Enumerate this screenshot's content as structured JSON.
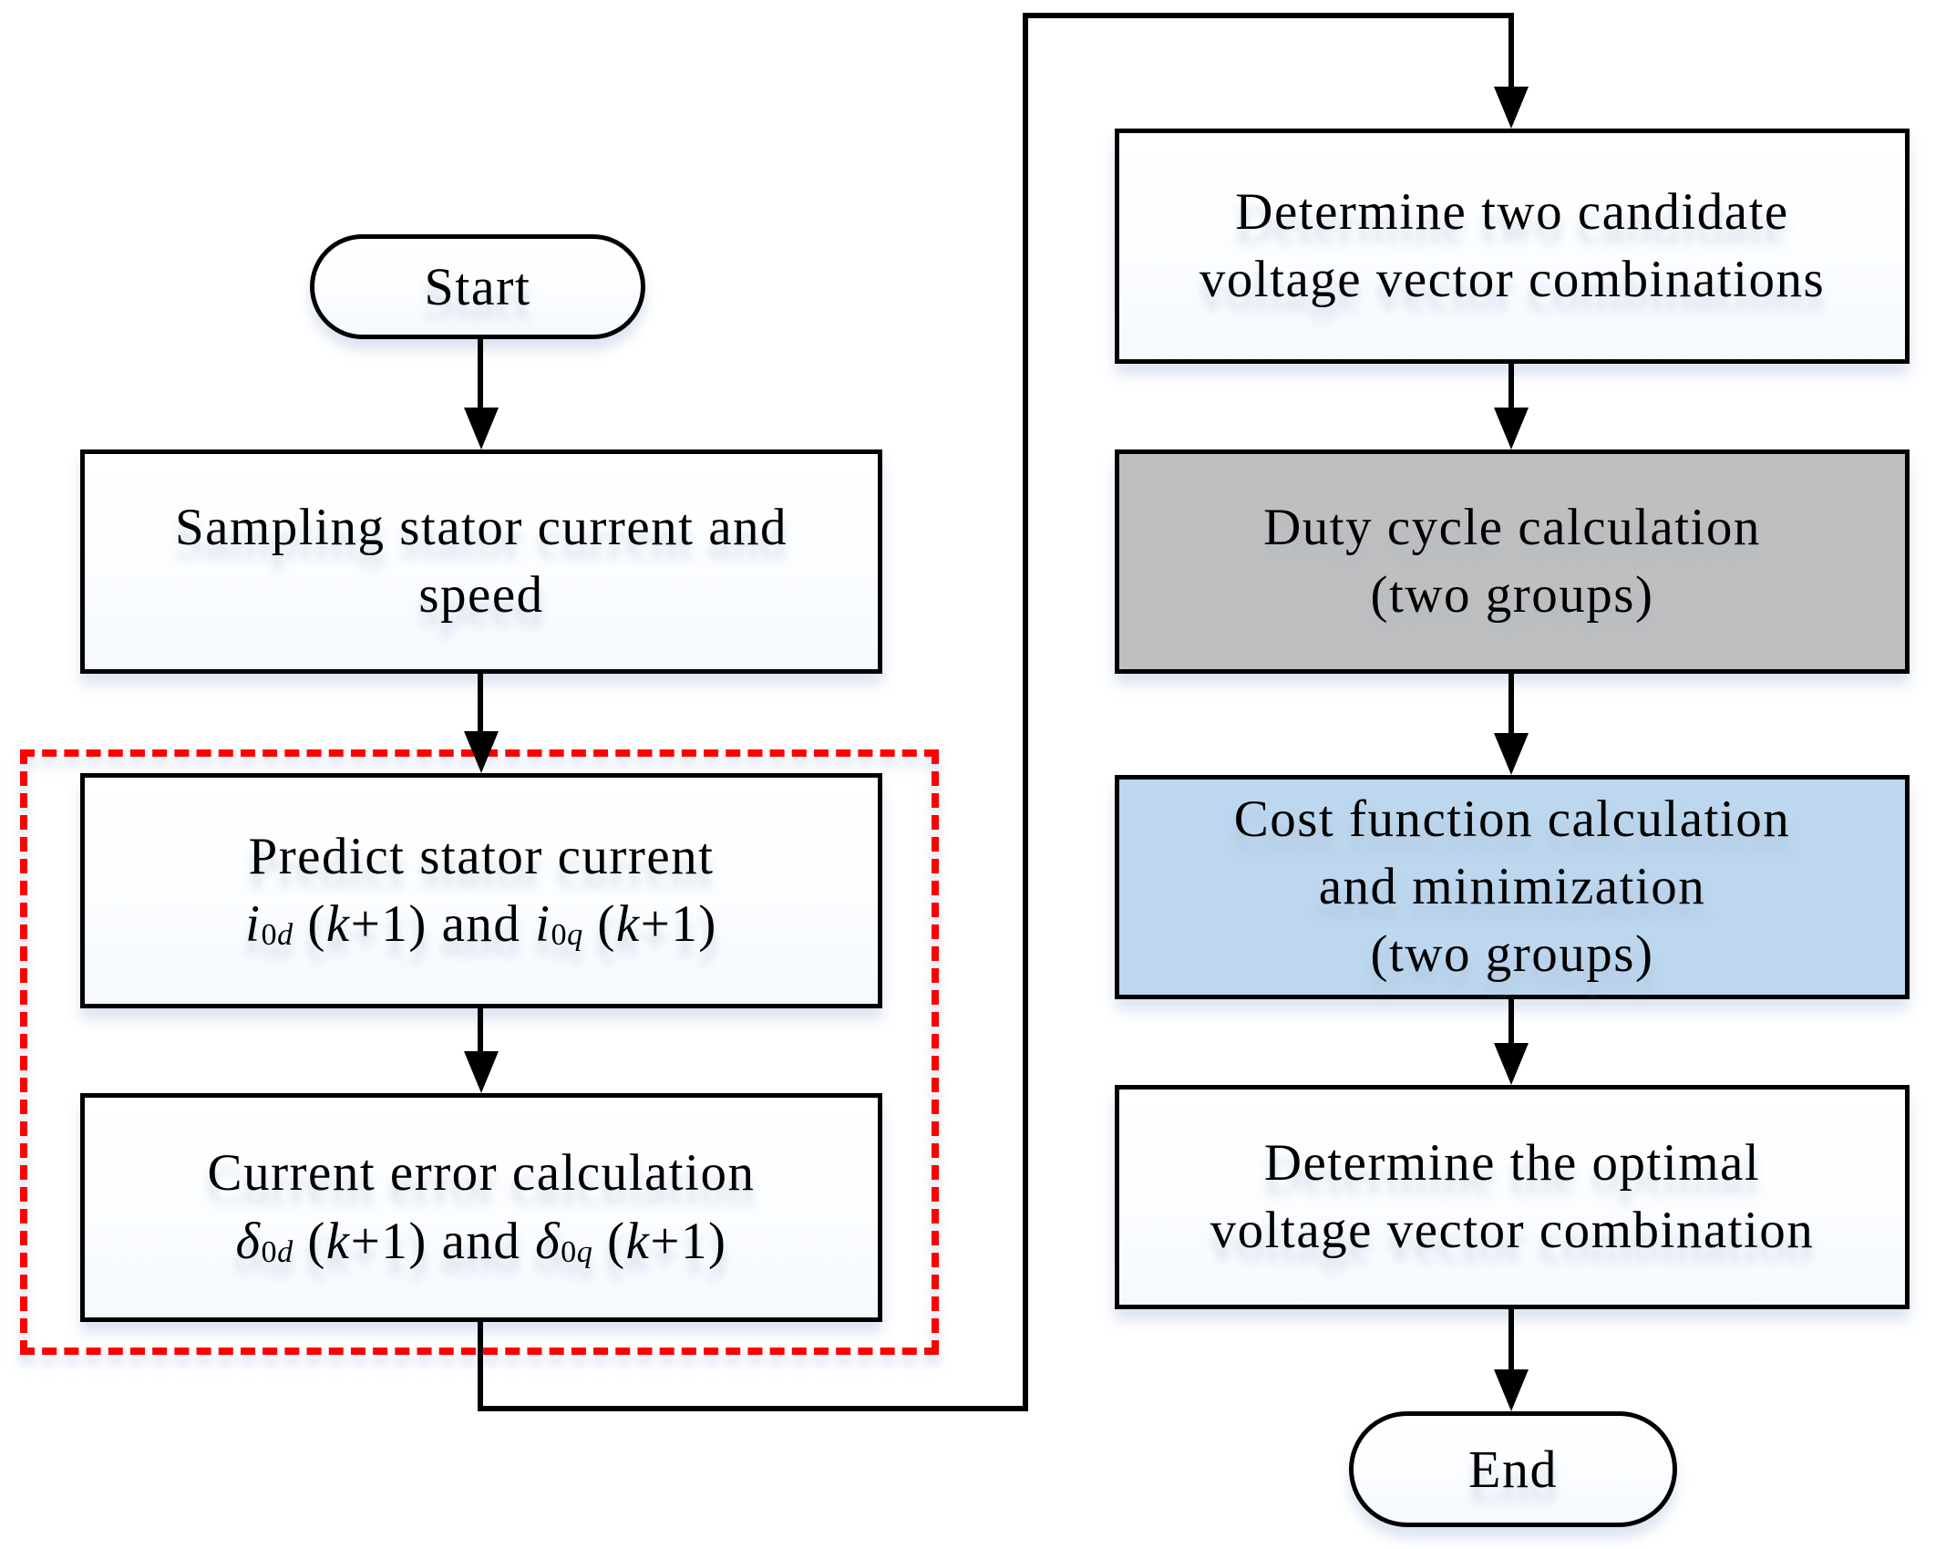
{
  "figure": {
    "type": "flowchart",
    "description": "Model predictive control flow: sampling, prediction, current error, candidate voltage vectors, duty cycle, cost function minimization"
  },
  "colors": {
    "line": "#000000",
    "box_border": "#000000",
    "white_fill": "#ffffff",
    "gray_fill": "#BFBFBF",
    "blue_fill": "#BDD7EE",
    "red_dashed": "#FF0000"
  },
  "nodes": {
    "start": {
      "label": "Start"
    },
    "sampling": {
      "line1": "Sampling stator current and",
      "line2": "speed"
    },
    "predict": {
      "line1": "Predict stator current",
      "math": [
        {
          "t": "i",
          "s": "i"
        },
        {
          "t": "0",
          "s": "s"
        },
        {
          "t": "d",
          "s": "si"
        },
        {
          "t": " (",
          "s": "n"
        },
        {
          "t": "k",
          "s": "i"
        },
        {
          "t": "+1) and ",
          "s": "n"
        },
        {
          "t": "i",
          "s": "i"
        },
        {
          "t": "0",
          "s": "s"
        },
        {
          "t": "q",
          "s": "si"
        },
        {
          "t": " (",
          "s": "n"
        },
        {
          "t": "k",
          "s": "i"
        },
        {
          "t": "+1)",
          "s": "n"
        }
      ]
    },
    "error": {
      "line1": "Current error calculation",
      "math": [
        {
          "t": "δ",
          "s": "i"
        },
        {
          "t": "0",
          "s": "s"
        },
        {
          "t": "d",
          "s": "si"
        },
        {
          "t": " (",
          "s": "n"
        },
        {
          "t": "k",
          "s": "i"
        },
        {
          "t": "+1) and ",
          "s": "n"
        },
        {
          "t": "δ",
          "s": "i"
        },
        {
          "t": "0",
          "s": "s"
        },
        {
          "t": "q",
          "s": "si"
        },
        {
          "t": " (",
          "s": "n"
        },
        {
          "t": "k",
          "s": "i"
        },
        {
          "t": "+1)",
          "s": "n"
        }
      ]
    },
    "candidate": {
      "line1": "Determine two candidate",
      "line2": "voltage vector combinations"
    },
    "duty": {
      "line1": "Duty cycle calculation",
      "line2": "(two groups)"
    },
    "cost": {
      "line1": "Cost function calculation",
      "line2": "and minimization",
      "line3": "(two groups)"
    },
    "optimal": {
      "line1": "Determine the optimal",
      "line2": "voltage vector combination"
    },
    "end": {
      "label": "End"
    }
  }
}
